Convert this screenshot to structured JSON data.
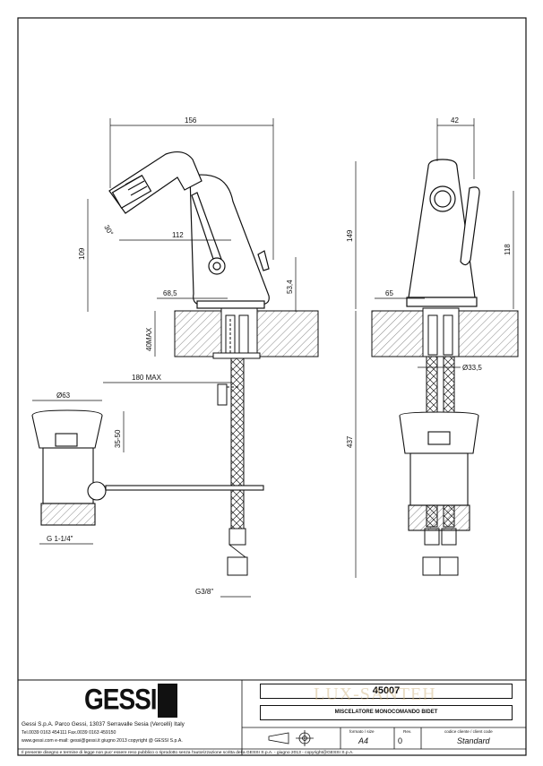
{
  "dimensions": {
    "side_view": {
      "overall_length": "156",
      "spout_reach": "112",
      "height": "109",
      "lever_height": "53,4",
      "base_offset": "68,5",
      "spray_angle": "30°",
      "deck_thickness": "40MAX",
      "pop_up_rod": "180 MAX",
      "inlet_thread": "G3/8\""
    },
    "front_view": {
      "body_width": "42",
      "overall_height": "149",
      "lever_height": "118",
      "base_width": "65",
      "shank_diameter": "Ø33,5",
      "hose_length": "437"
    },
    "waste": {
      "diameter": "Ø63",
      "height_range": "35-50",
      "thread": "G 1-1/4\""
    }
  },
  "title_block": {
    "logo": "GESSI",
    "company_line": "Gessi S.p.A. Parco Gessi, 13037 Serravalle Sesia (Vercelli) Italy",
    "tel_line": "Tel.0039  0163  454111  Fax.0039  0163  459150",
    "web_line": "www.gessi.com  e-mail: gessi@gessi.it    giugno  2013    copyright @ GESSI  S.p.A.",
    "code": "45007",
    "description": "MISCELATORE MONOCOMANDO BIDET",
    "format_label": "formato / size",
    "format_value": "A4",
    "rev_label": "Rev.",
    "rev_value": "0",
    "client_code_label": "codice cliente / client code",
    "client_code_value": "Standard",
    "disclaimer": "Il presente disegno e termine di legge non puo' essere reso pubblico o riprodotto senza l'autorizzazione scritta della GESSI S.p.A. - giugno 2013 - copyright@GESSI S.p.A.",
    "watermark": "LUX-SANTEH"
  }
}
